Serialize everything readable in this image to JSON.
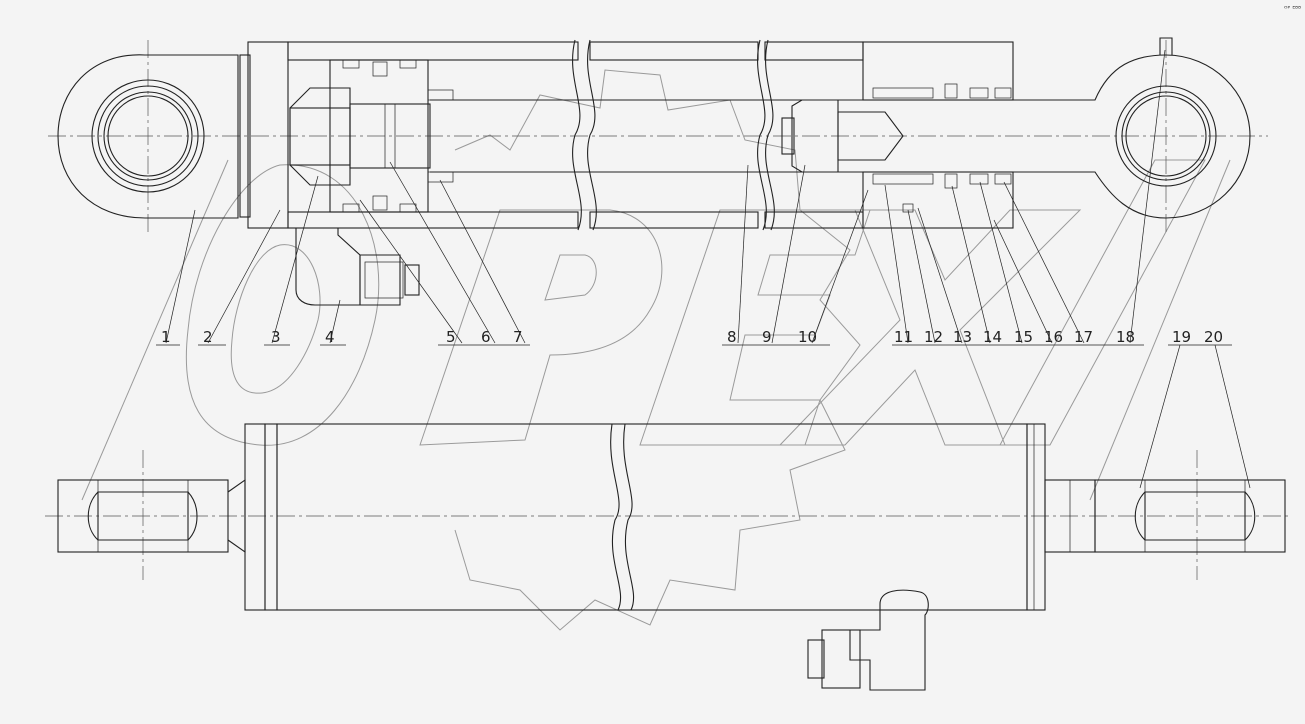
{
  "corner_mark": "ᴼᴾ ᴱᴮᴮ",
  "watermark": "OPEX",
  "callouts": [
    "1",
    "2",
    "3",
    "4",
    "5",
    "6",
    "7",
    "8",
    "9",
    "10",
    "11",
    "12",
    "13",
    "14",
    "15",
    "16",
    "17",
    "18",
    "19",
    "20"
  ],
  "colors": {
    "line": "#222222",
    "background": "#f4f4f4",
    "watermark": "#9a9a9a"
  }
}
